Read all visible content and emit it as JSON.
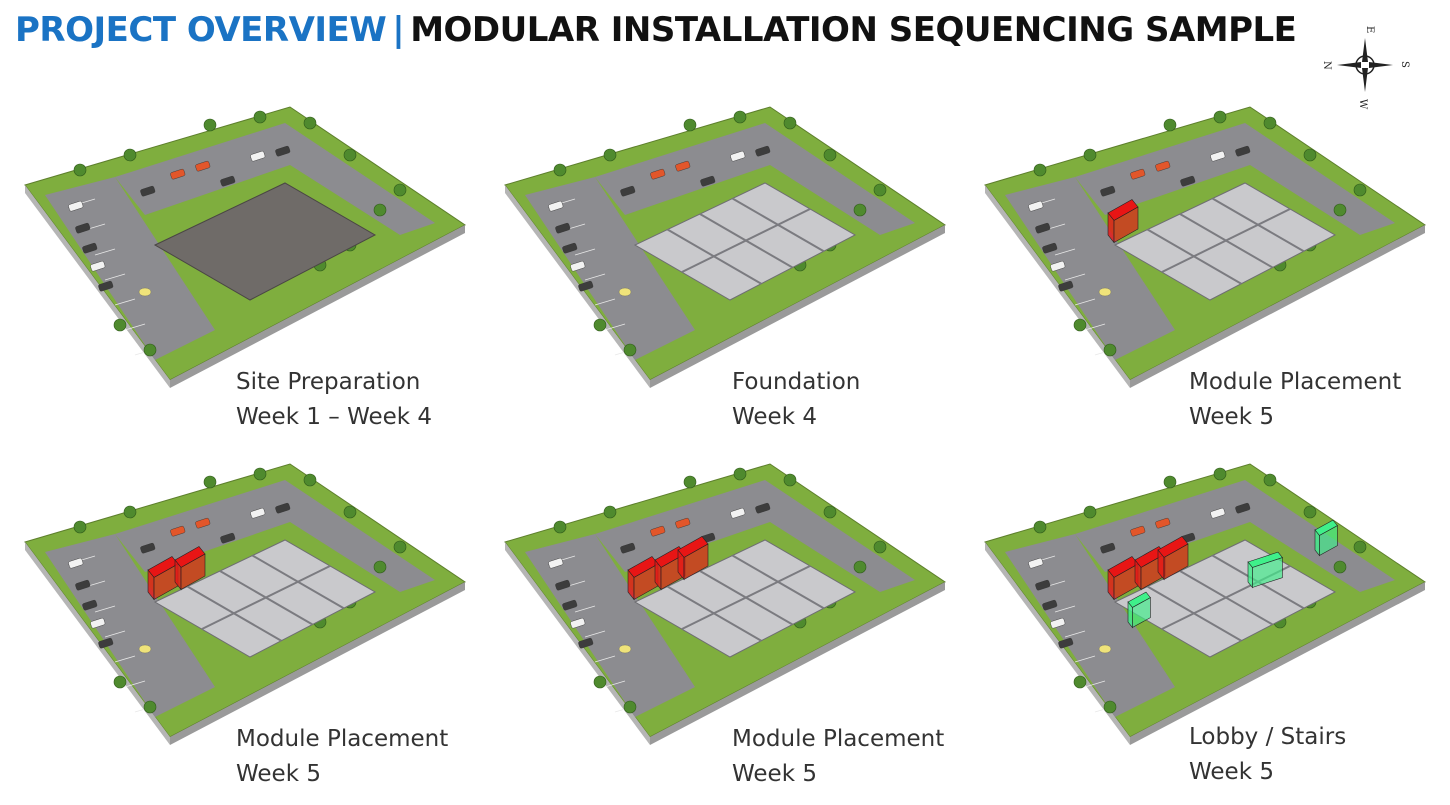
{
  "header": {
    "title_primary": "PROJECT OVERVIEW",
    "separator": "|",
    "title_secondary": "MODULAR INSTALLATION SEQUENCING SAMPLE"
  },
  "compass": {
    "north": "N",
    "east": "E",
    "south": "S",
    "west": "W"
  },
  "colors": {
    "title_blue": "#1a73c4",
    "grass": "#7fae3e",
    "asphalt": "#8c8c90",
    "foundation": "#c9c9cc",
    "gravel": "#6f6b68",
    "module_red": "#e81515",
    "module_green": "#3ff08a"
  },
  "panels": [
    {
      "caption_line1": "Site Preparation",
      "caption_line2": "Week 1 – Week 4",
      "stage": "gravel",
      "red_modules": 0,
      "green_modules": 0
    },
    {
      "caption_line1": "Foundation",
      "caption_line2": "Week 4",
      "stage": "foundation",
      "red_modules": 0,
      "green_modules": 0
    },
    {
      "caption_line1": "Module Placement",
      "caption_line2": "Week 5",
      "stage": "foundation",
      "red_modules": 1,
      "green_modules": 0
    },
    {
      "caption_line1": "Module Placement",
      "caption_line2": "Week 5",
      "stage": "foundation",
      "red_modules": 2,
      "green_modules": 0
    },
    {
      "caption_line1": "Module Placement",
      "caption_line2": "Week 5",
      "stage": "foundation",
      "red_modules": 3,
      "green_modules": 0
    },
    {
      "caption_line1": "Lobby / Stairs",
      "caption_line2": "Week 5",
      "stage": "foundation",
      "red_modules": 3,
      "green_modules": 3
    }
  ]
}
